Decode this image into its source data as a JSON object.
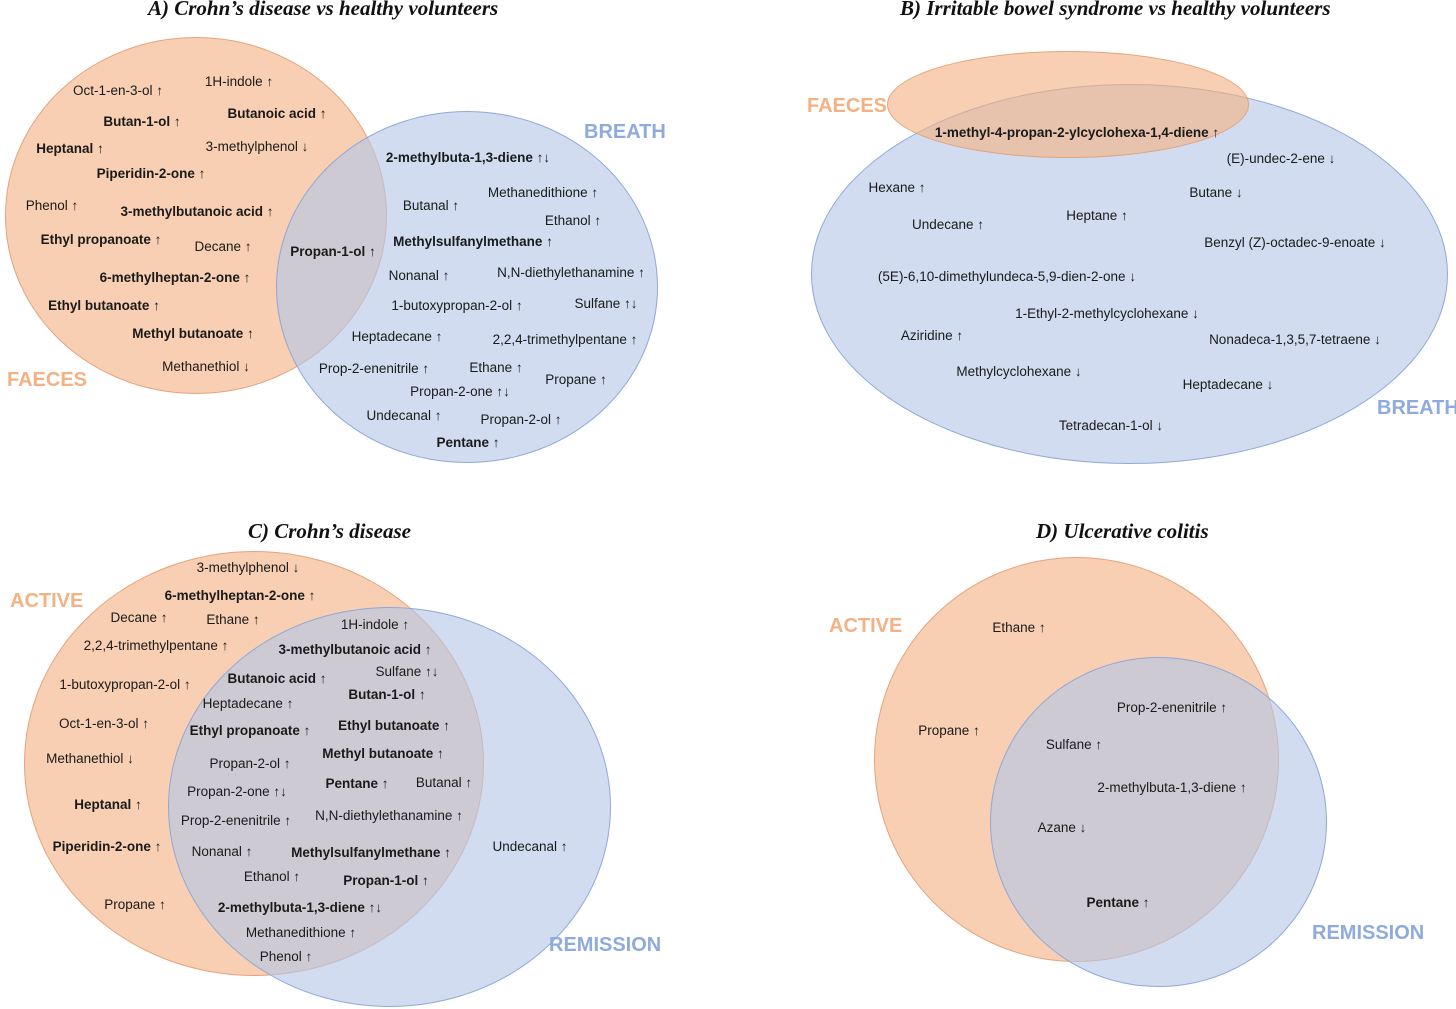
{
  "panels": {
    "A": {
      "title": "A) Crohn’s disease vs healthy volunteers",
      "set_left": "FAECES",
      "set_right": "BREATH",
      "items": [
        {
          "text": "1H-indole ↑",
          "bold": false
        },
        {
          "text": "Oct-1-en-3-ol ↑",
          "bold": false
        },
        {
          "text": "Butanoic acid ↑",
          "bold": true
        },
        {
          "text": "Butan-1-ol ↑",
          "bold": true
        },
        {
          "text": "Heptanal ↑",
          "bold": true
        },
        {
          "text": "3-methylphenol ↓",
          "bold": false
        },
        {
          "text": "Piperidin-2-one ↑",
          "bold": true
        },
        {
          "text": "Phenol ↑",
          "bold": false
        },
        {
          "text": "3-methylbutanoic acid ↑",
          "bold": true
        },
        {
          "text": "Ethyl propanoate ↑",
          "bold": true
        },
        {
          "text": "Decane ↑",
          "bold": false
        },
        {
          "text": "6-methylheptan-2-one ↑",
          "bold": true
        },
        {
          "text": "Ethyl butanoate ↑",
          "bold": true
        },
        {
          "text": "Methyl butanoate ↑",
          "bold": true
        },
        {
          "text": "Methanethiol ↓",
          "bold": false
        },
        {
          "text": "Propan-1-ol ↑",
          "bold": true
        },
        {
          "text": "2-methylbuta-1,3-diene ↑↓",
          "bold": true
        },
        {
          "text": "Methanedithione ↑",
          "bold": false
        },
        {
          "text": "Butanal ↑",
          "bold": false
        },
        {
          "text": "Ethanol ↑",
          "bold": false
        },
        {
          "text": "Methylsulfanylmethane ↑",
          "bold": true
        },
        {
          "text": "Nonanal ↑",
          "bold": false
        },
        {
          "text": "N,N-diethylethanamine ↑",
          "bold": false
        },
        {
          "text": "1-butoxypropan-2-ol ↑",
          "bold": false
        },
        {
          "text": "Sulfane ↑↓",
          "bold": false
        },
        {
          "text": "Heptadecane ↑",
          "bold": false
        },
        {
          "text": "2,2,4-trimethylpentane ↑",
          "bold": false
        },
        {
          "text": "Prop-2-enenitrile ↑",
          "bold": false
        },
        {
          "text": "Ethane ↑",
          "bold": false
        },
        {
          "text": "Propan-2-one ↑↓",
          "bold": false
        },
        {
          "text": "Propane ↑",
          "bold": false
        },
        {
          "text": "Undecanal ↑",
          "bold": false
        },
        {
          "text": "Propan-2-ol ↑",
          "bold": false
        },
        {
          "text": "Pentane ↑",
          "bold": true
        }
      ]
    },
    "B": {
      "title": "B) Irritable bowel syndrome vs healthy volunteers",
      "set_left": "FAECES",
      "set_right": "BREATH",
      "items": [
        {
          "text": "1-methyl-4-propan-2-ylcyclohexa-1,4-diene ↑",
          "bold": true
        },
        {
          "text": "(E)-undec-2-ene ↓",
          "bold": false
        },
        {
          "text": "Hexane ↑",
          "bold": false
        },
        {
          "text": "Butane ↓",
          "bold": false
        },
        {
          "text": "Undecane ↑",
          "bold": false
        },
        {
          "text": "Heptane ↑",
          "bold": false
        },
        {
          "text": "Benzyl (Z)-octadec-9-enoate ↓",
          "bold": false
        },
        {
          "text": "(5E)-6,10-dimethylundeca-5,9-dien-2-one ↓",
          "bold": false
        },
        {
          "text": "1-Ethyl-2-methylcyclohexane ↓",
          "bold": false
        },
        {
          "text": "Aziridine ↑",
          "bold": false
        },
        {
          "text": "Nonadeca-1,3,5,7-tetraene ↓",
          "bold": false
        },
        {
          "text": "Methylcyclohexane ↓",
          "bold": false
        },
        {
          "text": "Heptadecane ↓",
          "bold": false
        },
        {
          "text": "Tetradecan-1-ol ↓",
          "bold": false
        }
      ]
    },
    "C": {
      "title": "C) Crohn’s disease",
      "set_left": "ACTIVE",
      "set_right": "REMISSION",
      "items": [
        {
          "text": "3-methylphenol ↓",
          "bold": false
        },
        {
          "text": "6-methylheptan-2-one ↑",
          "bold": true
        },
        {
          "text": "Decane ↑",
          "bold": false
        },
        {
          "text": "Ethane ↑",
          "bold": false
        },
        {
          "text": "1H-indole ↑",
          "bold": false
        },
        {
          "text": "2,2,4-trimethylpentane ↑",
          "bold": false
        },
        {
          "text": "3-methylbutanoic acid ↑",
          "bold": true
        },
        {
          "text": "Sulfane ↑↓",
          "bold": false
        },
        {
          "text": "Butanoic acid ↑",
          "bold": true
        },
        {
          "text": "1-butoxypropan-2-ol ↑",
          "bold": false
        },
        {
          "text": "Butan-1-ol ↑",
          "bold": true
        },
        {
          "text": "Heptadecane ↑",
          "bold": false
        },
        {
          "text": "Oct-1-en-3-ol ↑",
          "bold": false
        },
        {
          "text": "Ethyl propanoate ↑",
          "bold": true
        },
        {
          "text": "Ethyl butanoate ↑",
          "bold": true
        },
        {
          "text": "Methanethiol ↓",
          "bold": false
        },
        {
          "text": "Methyl butanoate ↑",
          "bold": true
        },
        {
          "text": "Propan-2-ol ↑",
          "bold": false
        },
        {
          "text": "Pentane ↑",
          "bold": true
        },
        {
          "text": "Butanal ↑",
          "bold": false
        },
        {
          "text": "Propan-2-one ↑↓",
          "bold": false
        },
        {
          "text": "Heptanal ↑",
          "bold": true
        },
        {
          "text": "N,N-diethylethanamine ↑",
          "bold": false
        },
        {
          "text": "Prop-2-enenitrile ↑",
          "bold": false
        },
        {
          "text": "Piperidin-2-one ↑",
          "bold": true
        },
        {
          "text": "Undecanal ↑",
          "bold": false
        },
        {
          "text": "Nonanal ↑",
          "bold": false
        },
        {
          "text": "Methylsulfanylmethane ↑",
          "bold": true
        },
        {
          "text": "Ethanol ↑",
          "bold": false
        },
        {
          "text": "Propan-1-ol ↑",
          "bold": true
        },
        {
          "text": "Propane ↑",
          "bold": false
        },
        {
          "text": "2-methylbuta-1,3-diene ↑↓",
          "bold": true
        },
        {
          "text": "Methanedithione ↑",
          "bold": false
        },
        {
          "text": "Phenol ↑",
          "bold": false
        }
      ]
    },
    "D": {
      "title": "D) Ulcerative colitis",
      "set_left": "ACTIVE",
      "set_right": "REMISSION",
      "items": [
        {
          "text": "Ethane ↑",
          "bold": false
        },
        {
          "text": "Prop-2-enenitrile ↑",
          "bold": false
        },
        {
          "text": "Propane ↑",
          "bold": false
        },
        {
          "text": "Sulfane ↑",
          "bold": false
        },
        {
          "text": "2-methylbuta-1,3-diene ↑",
          "bold": false
        },
        {
          "text": "Azane ↓",
          "bold": false
        },
        {
          "text": "Pentane ↑",
          "bold": true
        }
      ]
    }
  },
  "colors": {
    "faeces_active": "#f4b183",
    "breath_remission": "#8faadc"
  }
}
